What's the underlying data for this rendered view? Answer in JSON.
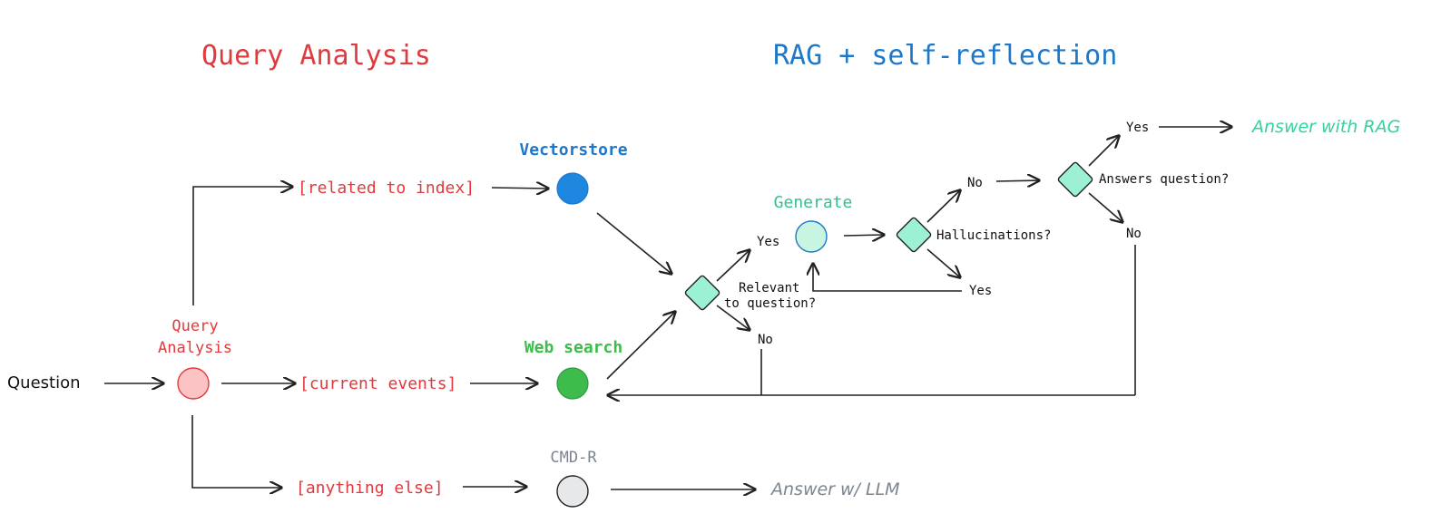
{
  "section_titles": {
    "query_analysis": "Query Analysis",
    "rag_self_reflection": "RAG + self-reflection"
  },
  "nodes": {
    "question": "Question",
    "query_analysis": [
      "Query",
      "Analysis"
    ],
    "vectorstore": "Vectorstore",
    "web_search": "Web search",
    "cmd_r": "CMD-R",
    "generate": "Generate"
  },
  "routes": {
    "related_to_index": "[related to index]",
    "current_events": "[current events]",
    "anything_else": "[anything else]"
  },
  "decisions": {
    "relevant": [
      "Relevant",
      "to question?"
    ],
    "hallucinations": "Hallucinations?",
    "answers_question": "Answers question?"
  },
  "edge_labels": {
    "relevant_yes": "Yes",
    "relevant_no": "No",
    "hallucinations_no": "No",
    "hallucinations_yes": "Yes",
    "answers_yes": "Yes",
    "answers_no": "No"
  },
  "outputs": {
    "answer_rag": "Answer with RAG",
    "answer_llm": "Answer w/ LLM"
  },
  "colors": {
    "red": "#e03a3e",
    "blue": "#1f77c8",
    "green": "#3dbb4b",
    "teal": "#34d39a",
    "gray": "#7b8590",
    "pink_fill": "#fbc3c3",
    "teal_fill": "#9cf0d3",
    "cmd_fill": "#e6e8ea",
    "generate_fill": "#c8f4e2"
  }
}
